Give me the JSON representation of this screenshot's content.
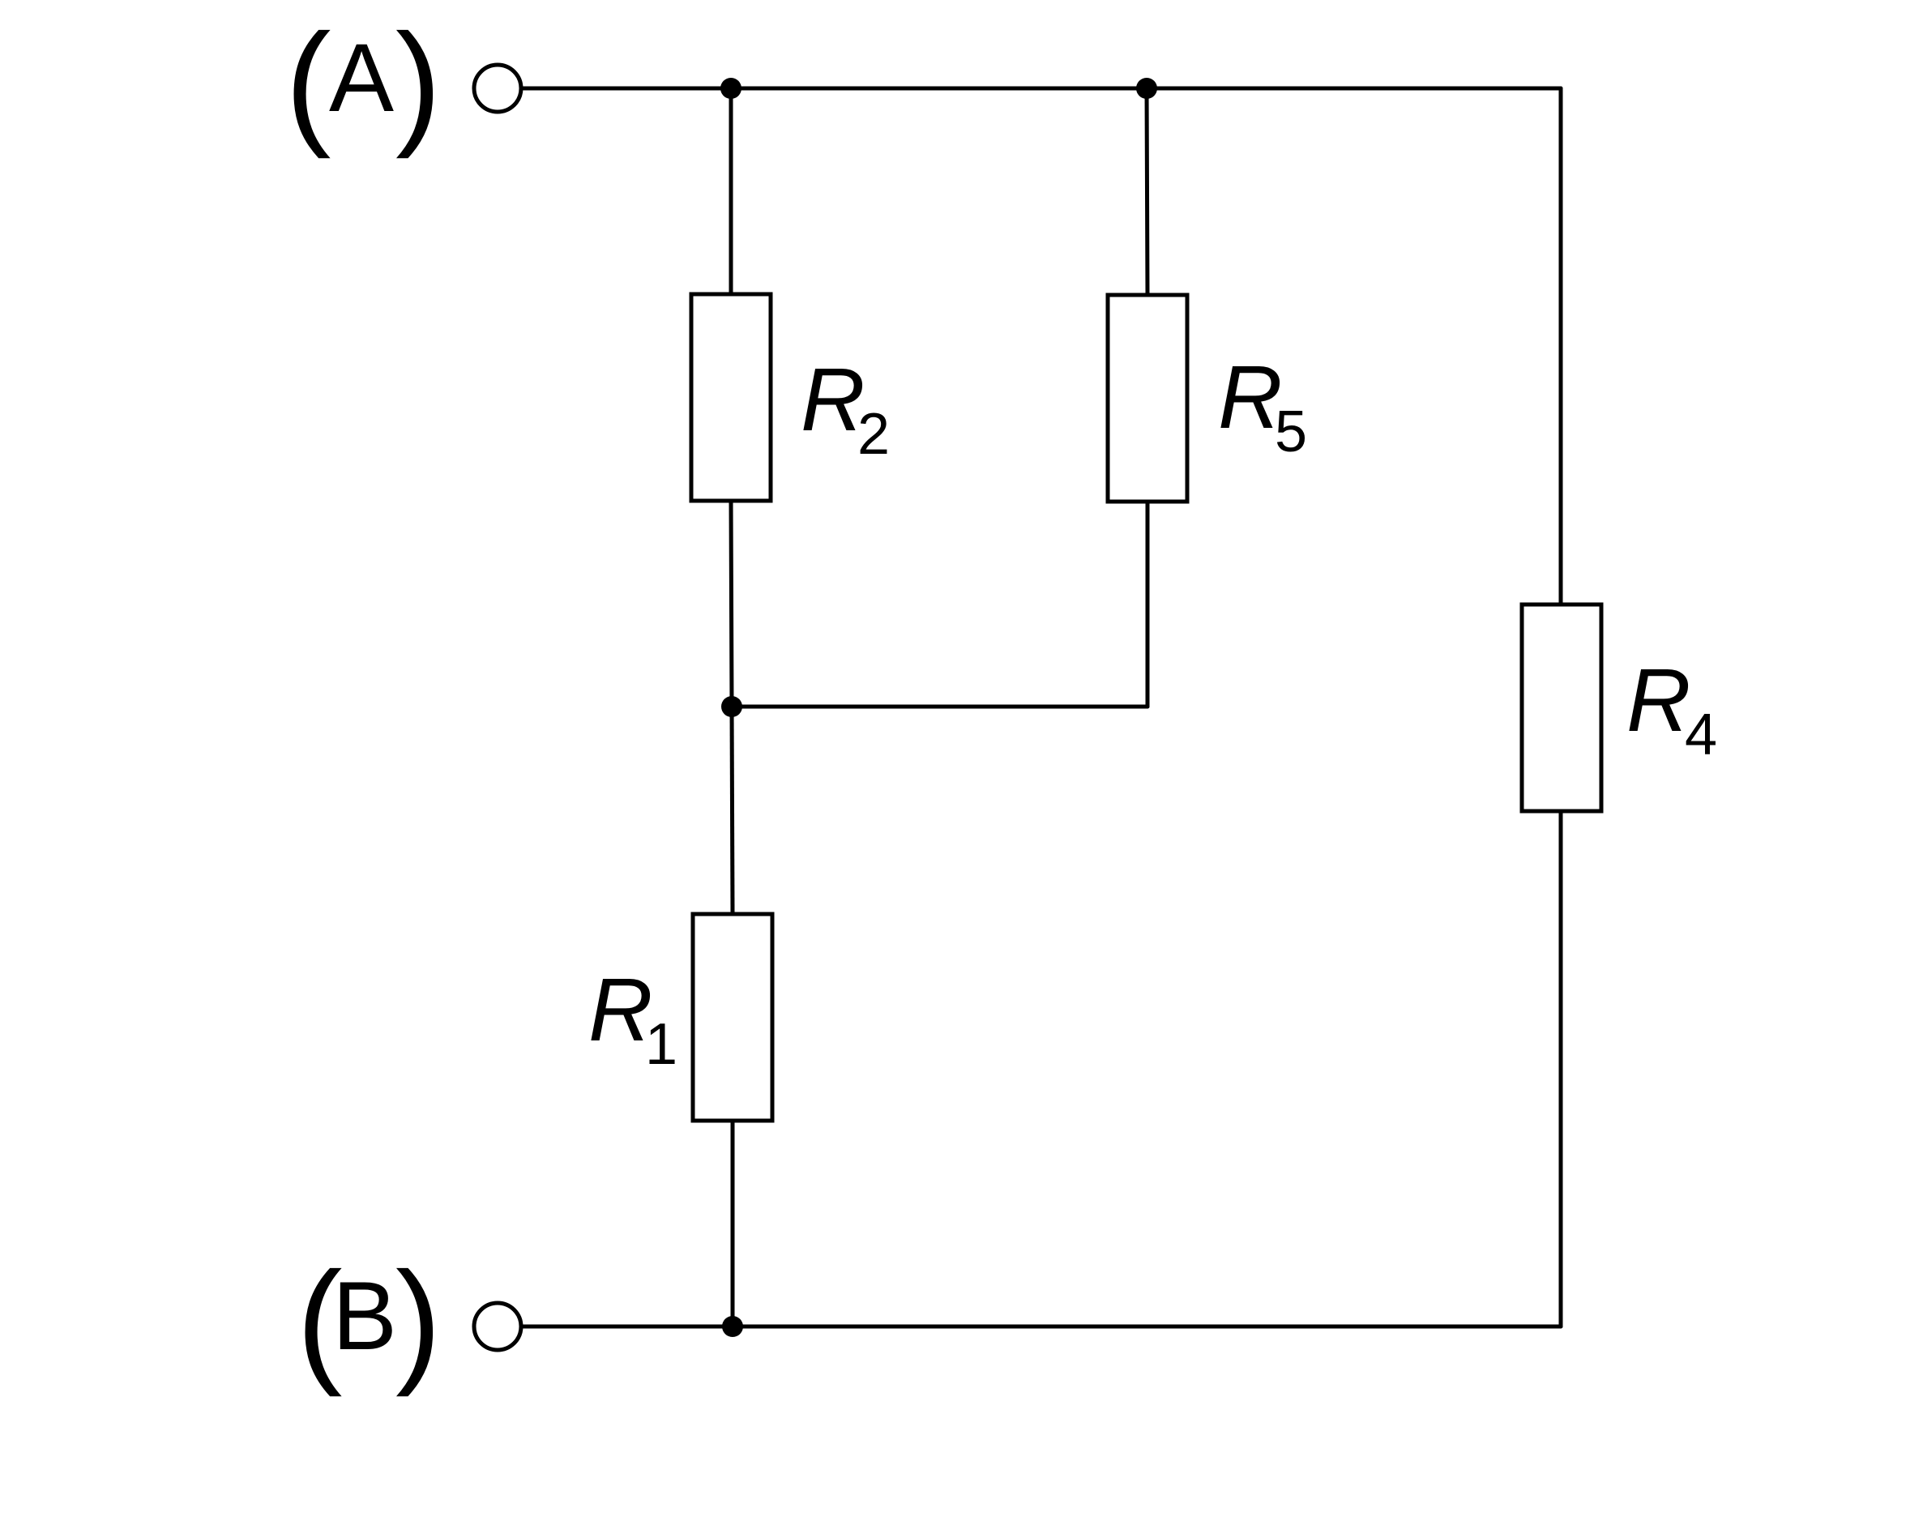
{
  "terminals": {
    "a": {
      "open_paren": "(",
      "letter": "A",
      "close_paren": ")"
    },
    "b": {
      "open_paren": "(",
      "letter": "B",
      "close_paren": ")"
    }
  },
  "resistors": {
    "r1": {
      "symbol": "R",
      "subscript": "1"
    },
    "r2": {
      "symbol": "R",
      "subscript": "2"
    },
    "r4": {
      "symbol": "R",
      "subscript": "4"
    },
    "r5": {
      "symbol": "R",
      "subscript": "5"
    }
  },
  "colors": {
    "stroke": "#000000",
    "background": "#ffffff"
  }
}
